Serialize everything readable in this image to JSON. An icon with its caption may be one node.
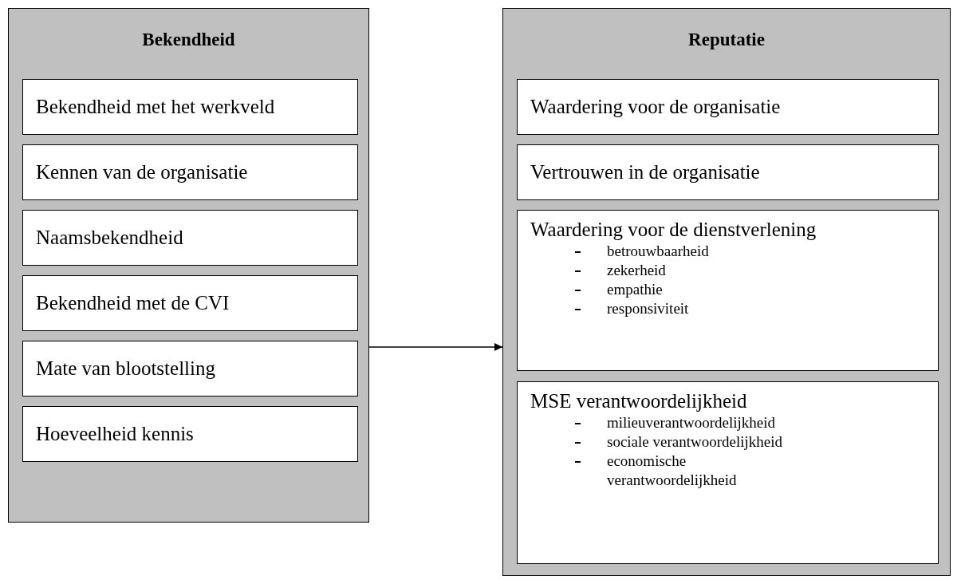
{
  "diagram": {
    "nodes": [
      {
        "text": [
          "Bekendheid"
        ]
      },
      {
        "text": [
          "Bekendheid met het werkveld"
        ],
        "in": 0
      },
      {
        "text": [
          "Kennen van de organisatie"
        ],
        "in": 0
      },
      {
        "text": [
          "Naamsbekendheid"
        ],
        "in": 0
      },
      {
        "text": [
          "Bekendheid met de CVI"
        ],
        "in": 0
      },
      {
        "text": [
          "Mate van blootstelling"
        ],
        "in": 0
      },
      {
        "text": [
          "Hoeveelheid kennis"
        ],
        "in": 0
      },
      {
        "text": [
          "Reputatie"
        ]
      },
      {
        "text": [
          "Waardering voor de organisatie"
        ],
        "in": 7
      },
      {
        "text": [
          "Vertrouwen in de organisatie"
        ],
        "in": 7
      },
      {
        "text": [
          "Waardering voor de dienstverlening",
          "betrouwbaarheid",
          "zekerheid",
          "empathie",
          "responsiviteit"
        ],
        "in": 7
      },
      {
        "text": [
          "MSE verantwoordelijkheid",
          "milieuverantwoordelijkheid",
          "sociale verantwoordelijkheid",
          "economische verantwoordelijkheid"
        ],
        "in": 7
      }
    ],
    "edges": [
      {
        "from": 0,
        "to": 7,
        "arrow": "to"
      }
    ]
  }
}
